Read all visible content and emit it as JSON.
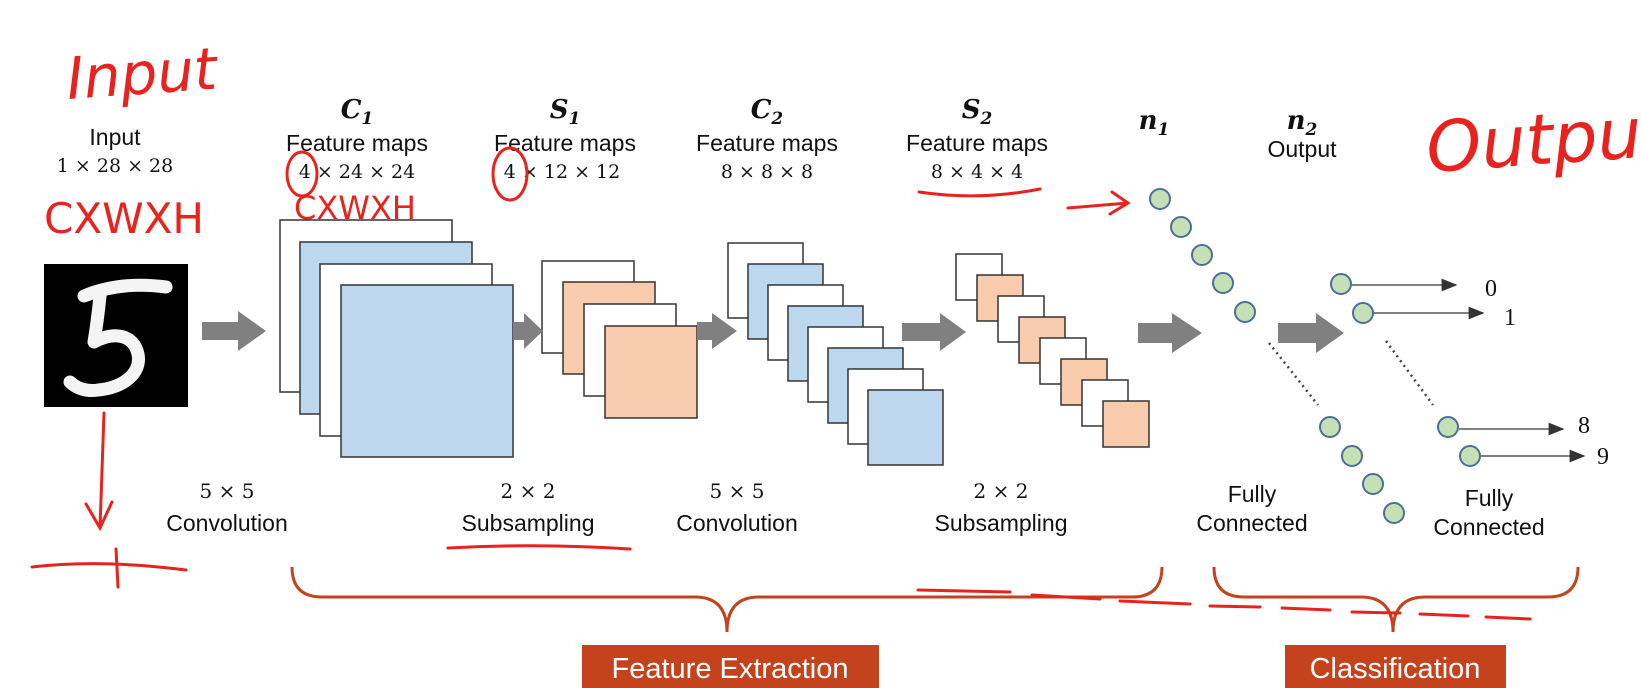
{
  "input": {
    "title": "Input",
    "dims": "1 × 28 × 28"
  },
  "layers": {
    "c1": {
      "sym": "C",
      "sub": "1",
      "name": "Feature maps",
      "dims": "4 × 24 × 24"
    },
    "s1": {
      "sym": "S",
      "sub": "1",
      "name": "Feature maps",
      "dims": "4 × 12 × 12"
    },
    "c2": {
      "sym": "C",
      "sub": "2",
      "name": "Feature maps",
      "dims": "8 × 8 × 8"
    },
    "s2": {
      "sym": "S",
      "sub": "2",
      "name": "Feature maps",
      "dims": "8 × 4 × 4"
    },
    "n1": {
      "sym": "n",
      "sub": "1"
    },
    "n2": {
      "sym": "n",
      "sub": "2",
      "name": "Output"
    }
  },
  "operations": {
    "conv1": {
      "size": "5 × 5",
      "name": "Convolution"
    },
    "pool1": {
      "size": "2 × 2",
      "name": "Subsampling"
    },
    "conv2": {
      "size": "5 × 5",
      "name": "Convolution"
    },
    "pool2": {
      "size": "2 × 2",
      "name": "Subsampling"
    },
    "fc1": {
      "line1": "Fully",
      "line2": "Connected"
    },
    "fc2": {
      "line1": "Fully",
      "line2": "Connected"
    }
  },
  "outputs": [
    "0",
    "1",
    "8",
    "9"
  ],
  "sections": {
    "feature_extraction": "Feature Extraction",
    "classification": "Classification"
  },
  "annotations": {
    "input_word": "Input",
    "output_word": "Output",
    "input_shape": "CXWXH",
    "c1_shape": "CXWXH"
  },
  "colors": {
    "blue_map": "#bdd7ee",
    "orange_map": "#f8cbad",
    "neuron": "#c5e0b4",
    "neuron_stroke": "#4a6f9a",
    "arrow": "#808080",
    "banner": "#c4431c",
    "annotation": "#e8231e"
  }
}
